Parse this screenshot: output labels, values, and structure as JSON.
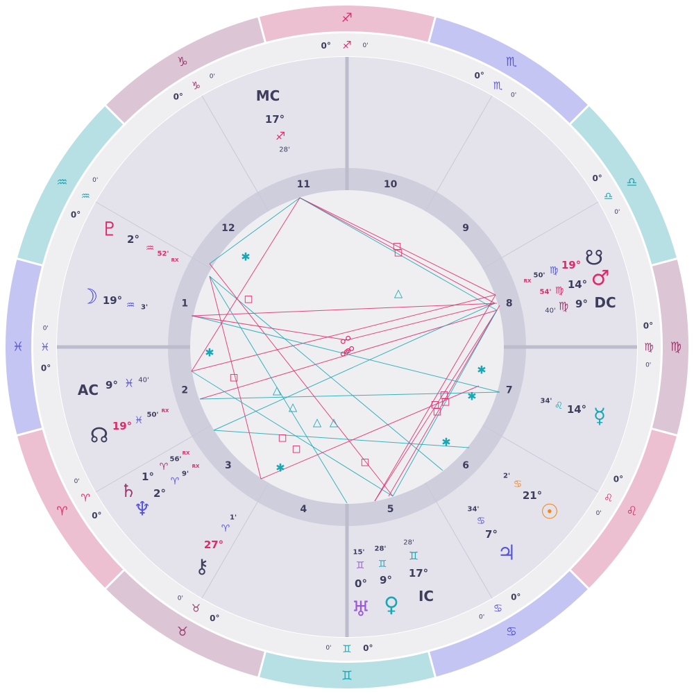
{
  "wheel": {
    "outer_signs": [
      {
        "glyph": "♐",
        "color": "#e0296b",
        "bg": "#ecbfd1",
        "center": 270
      },
      {
        "glyph": "♏",
        "color": "#5757d9",
        "bg": "#c5c5f3",
        "center": 300
      },
      {
        "glyph": "♎",
        "color": "#19a7b5",
        "bg": "#b6e0e4",
        "center": 330
      },
      {
        "glyph": "♍",
        "color": "#9b3a6e",
        "bg": "#dcc6d5",
        "center": 0
      },
      {
        "glyph": "♌",
        "color": "#e0296b",
        "bg": "#ecbfd1",
        "center": 30
      },
      {
        "glyph": "♋",
        "color": "#5757d9",
        "bg": "#c5c5f3",
        "center": 60
      },
      {
        "glyph": "♊",
        "color": "#19a7b5",
        "bg": "#b6e0e4",
        "center": 90
      },
      {
        "glyph": "♉",
        "color": "#9b3a6e",
        "bg": "#dcc6d5",
        "center": 120
      },
      {
        "glyph": "♈",
        "color": "#e0296b",
        "bg": "#ecbfd1",
        "center": 150
      },
      {
        "glyph": "♓",
        "color": "#5757d9",
        "bg": "#c5c5f3",
        "center": 180
      },
      {
        "glyph": "♒",
        "color": "#19a7b5",
        "bg": "#b6e0e4",
        "center": 210
      },
      {
        "glyph": "♑",
        "color": "#9b3a6e",
        "bg": "#dcc6d5",
        "center": 240
      }
    ],
    "house_numbers": [
      "1",
      "2",
      "3",
      "4",
      "5",
      "6",
      "7",
      "8",
      "9",
      "10",
      "11",
      "12"
    ],
    "cusps": [
      {
        "deg": "0°",
        "glyph": "♐",
        "min": "0'",
        "color": "#e0296b"
      },
      {
        "deg": "0°",
        "glyph": "♏",
        "min": "0'",
        "color": "#5757d9"
      },
      {
        "deg": "0°",
        "glyph": "♎",
        "min": "0'",
        "color": "#19a7b5"
      },
      {
        "deg": "0°",
        "glyph": "♍",
        "min": "0'",
        "color": "#9b3a6e"
      },
      {
        "deg": "0°",
        "glyph": "♌",
        "min": "0'",
        "color": "#e0296b"
      },
      {
        "deg": "0°",
        "glyph": "♋",
        "min": "0'",
        "color": "#5757d9"
      },
      {
        "deg": "0°",
        "glyph": "♊",
        "min": "0'",
        "color": "#19a7b5"
      },
      {
        "deg": "0°",
        "glyph": "♉",
        "min": "0'",
        "color": "#9b3a6e"
      },
      {
        "deg": "0°",
        "glyph": "♈",
        "min": "0'",
        "color": "#e0296b"
      },
      {
        "deg": "0°",
        "glyph": "♓",
        "min": "0'",
        "color": "#5757d9"
      },
      {
        "deg": "0°",
        "glyph": "♒",
        "min": "0'",
        "color": "#19a7b5"
      },
      {
        "deg": "0°",
        "glyph": "♑",
        "min": "0'",
        "color": "#9b3a6e"
      }
    ],
    "angles": {
      "mc": {
        "label": "MC",
        "deg": "17°",
        "glyph": "♐",
        "min": "28'"
      },
      "ic": {
        "label": "IC",
        "deg": "17°",
        "glyph": "♊",
        "min": "28'"
      },
      "ac": {
        "label": "AC",
        "deg": "9°",
        "glyph": "♓",
        "min": "40'"
      },
      "dc": {
        "label": "DC",
        "deg": "9°",
        "glyph": "♍",
        "min": "40'"
      }
    },
    "planets": [
      {
        "name": "pluto",
        "glyph": "♇",
        "deg": "2°",
        "sign": "♒",
        "min": "52'",
        "rx": "RX",
        "color": "#e0296b"
      },
      {
        "name": "moon",
        "glyph": "☽",
        "deg": "19°",
        "sign": "♒",
        "min": "3'",
        "rx": "",
        "color": "#4a4ae0"
      },
      {
        "name": "north-node",
        "glyph": "☊",
        "deg": "19°",
        "sign": "♓",
        "min": "50'",
        "rx": "RX",
        "color": "#3d3d5c"
      },
      {
        "name": "saturn",
        "glyph": "♄",
        "deg": "1°",
        "sign": "♈",
        "min": "56'",
        "rx": "RX",
        "color": "#9b3a6e"
      },
      {
        "name": "neptune",
        "glyph": "♆",
        "deg": "2°",
        "sign": "♈",
        "min": "9'",
        "rx": "RX",
        "color": "#5757d9"
      },
      {
        "name": "chiron",
        "glyph": "⚷",
        "deg": "27°",
        "sign": "♈",
        "min": "1'",
        "rx": "",
        "color": "#3d3d5c"
      },
      {
        "name": "uranus",
        "glyph": "♅",
        "deg": "0°",
        "sign": "♊",
        "min": "15'",
        "rx": "",
        "color": "#9b57d9"
      },
      {
        "name": "venus",
        "glyph": "♀",
        "deg": "9°",
        "sign": "♊",
        "min": "28'",
        "rx": "",
        "color": "#19a7b5"
      },
      {
        "name": "jupiter",
        "glyph": "♃",
        "deg": "7°",
        "sign": "♋",
        "min": "34'",
        "rx": "",
        "color": "#5757d9"
      },
      {
        "name": "sun",
        "glyph": "☉",
        "deg": "21°",
        "sign": "♋",
        "min": "2'",
        "rx": "",
        "color": "#f08a1f"
      },
      {
        "name": "mercury",
        "glyph": "☿",
        "deg": "14°",
        "sign": "♌",
        "min": "34'",
        "rx": "",
        "color": "#19a7b5"
      },
      {
        "name": "mars",
        "glyph": "♂",
        "deg": "14°",
        "sign": "♍",
        "min": "54'",
        "rx": "",
        "color": "#e0296b"
      },
      {
        "name": "south-node",
        "glyph": "☋",
        "deg": "19°",
        "sign": "♍",
        "min": "50'",
        "rx": "RX",
        "color": "#3d3d5c"
      }
    ],
    "aspect_symbols": {
      "square": "◻",
      "trine": "△",
      "sextile": "✱",
      "opposition": "☍"
    },
    "aspect_colors": {
      "hard": "#e0296b",
      "soft": "#19a7b5"
    }
  }
}
